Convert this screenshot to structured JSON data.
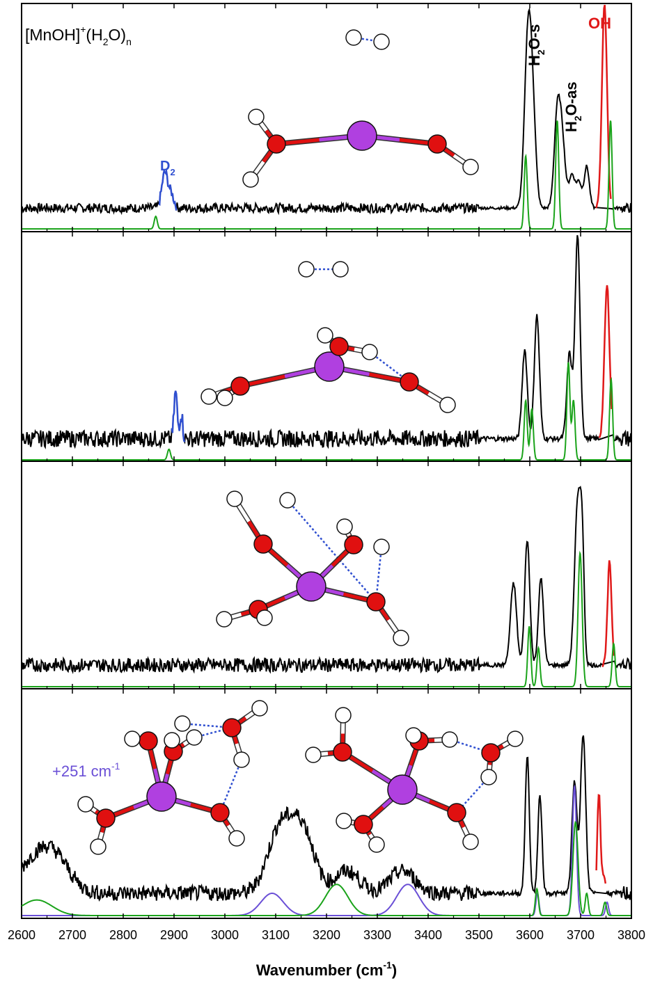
{
  "figure": {
    "title": "[MnOH]",
    "title_sup": "+",
    "title_mid": "(H",
    "title_sub2": "2",
    "title_end": "O)",
    "title_subn": "n"
  },
  "labels": {
    "h2o_s_a": "H",
    "h2o_s_sub": "2",
    "h2o_s_b": "O-s",
    "h2o_as_a": "H",
    "h2o_as_sub": "2",
    "h2o_as_b": "O-as",
    "oh": "OH",
    "d2_a": "D",
    "d2_sub": "2",
    "shift_a": "+251 cm",
    "shift_sup": "-1"
  },
  "colors": {
    "experiment": "#000000",
    "calc_green": "#1aa31a",
    "calc_purple": "#6a4fd6",
    "oh_red": "#e01919",
    "d2_blue": "#2f4fd0",
    "mn_atom": "#b040e0",
    "o_atom": "#e01010",
    "h_atom": "#ffffff"
  },
  "chart_data": {
    "type": "line",
    "xlabel": "Wavenumber (cm",
    "xlabel_sup": "-1",
    "xlabel_end": ")",
    "xlim": [
      2600,
      3800
    ],
    "xticks": [
      2600,
      2700,
      2800,
      2900,
      3000,
      3100,
      3200,
      3300,
      3400,
      3500,
      3600,
      3700,
      3800
    ],
    "panels": [
      {
        "noise": 0.045,
        "exp_peaks": [
          [
            2882,
            0.17,
            6
          ],
          [
            2895,
            0.06,
            5
          ],
          [
            3597,
            0.86,
            7
          ],
          [
            3607,
            0.3,
            6
          ],
          [
            3654,
            0.44,
            6
          ],
          [
            3664,
            0.3,
            6
          ],
          [
            3683,
            0.16,
            6
          ],
          [
            3697,
            0.12,
            5
          ],
          [
            3712,
            0.2,
            5
          ]
        ],
        "red_peaks": [
          [
            3747,
            0.98,
            5
          ]
        ],
        "red_range": [
          3730,
          3760
        ],
        "blue_range": [
          2870,
          2905
        ],
        "green_peaks": [
          [
            2864,
            0.06,
            3
          ],
          [
            3592,
            0.35,
            3
          ],
          [
            3654,
            0.52,
            3
          ],
          [
            3759,
            0.52,
            3
          ]
        ],
        "purple_peaks": []
      },
      {
        "noise": 0.08,
        "exp_peaks": [
          [
            2903,
            0.22,
            3
          ],
          [
            2914,
            0.12,
            3
          ],
          [
            3590,
            0.42,
            5
          ],
          [
            3614,
            0.58,
            5
          ],
          [
            3678,
            0.4,
            5
          ],
          [
            3694,
            0.95,
            5
          ],
          [
            3752,
            0.7,
            4
          ]
        ],
        "red_peaks": [
          [
            3752,
            0.72,
            5
          ]
        ],
        "red_range": [
          3736,
          3762
        ],
        "blue_range": [
          2895,
          2922
        ],
        "green_peaks": [
          [
            2890,
            0.05,
            3
          ],
          [
            3592,
            0.28,
            3
          ],
          [
            3604,
            0.24,
            3
          ],
          [
            3676,
            0.46,
            3
          ],
          [
            3686,
            0.28,
            3
          ],
          [
            3760,
            0.38,
            3
          ]
        ],
        "purple_peaks": []
      },
      {
        "noise": 0.065,
        "exp_peaks": [
          [
            3568,
            0.38,
            6
          ],
          [
            3595,
            0.58,
            5
          ],
          [
            3622,
            0.4,
            5
          ],
          [
            3694,
            0.74,
            6
          ],
          [
            3703,
            0.5,
            4
          ],
          [
            3757,
            0.46,
            4
          ]
        ],
        "red_peaks": [
          [
            3757,
            0.48,
            4
          ]
        ],
        "red_range": [
          3742,
          3766
        ],
        "blue_range": [
          0,
          0
        ],
        "green_peaks": [
          [
            3599,
            0.28,
            3
          ],
          [
            3617,
            0.18,
            3
          ],
          [
            3699,
            0.62,
            4
          ],
          [
            3765,
            0.2,
            3
          ]
        ],
        "purple_peaks": []
      },
      {
        "noise": 0.07,
        "exp_peaks": [
          [
            2630,
            0.14,
            40
          ],
          [
            2665,
            0.1,
            30
          ],
          [
            3110,
            0.3,
            25
          ],
          [
            3155,
            0.26,
            22
          ],
          [
            3240,
            0.1,
            25
          ],
          [
            3350,
            0.1,
            25
          ],
          [
            3595,
            0.62,
            4
          ],
          [
            3620,
            0.44,
            4
          ],
          [
            3688,
            0.5,
            5
          ],
          [
            3705,
            0.72,
            5
          ]
        ],
        "red_peaks": [
          [
            3736,
            0.45,
            3
          ],
          [
            3745,
            0.08,
            4
          ]
        ],
        "red_range": [
          3730,
          3750
        ],
        "blue_range": [
          0,
          0
        ],
        "green_peaks": [
          [
            2630,
            0.07,
            30
          ],
          [
            3220,
            0.14,
            22
          ],
          [
            3614,
            0.12,
            3
          ],
          [
            3690,
            0.42,
            5
          ],
          [
            3712,
            0.1,
            3
          ],
          [
            3748,
            0.06,
            3
          ]
        ],
        "purple_peaks": [
          [
            3093,
            0.1,
            22
          ],
          [
            3360,
            0.14,
            22
          ],
          [
            3615,
            0.1,
            3
          ],
          [
            3688,
            0.58,
            4
          ],
          [
            3752,
            0.06,
            3
          ]
        ]
      }
    ]
  }
}
